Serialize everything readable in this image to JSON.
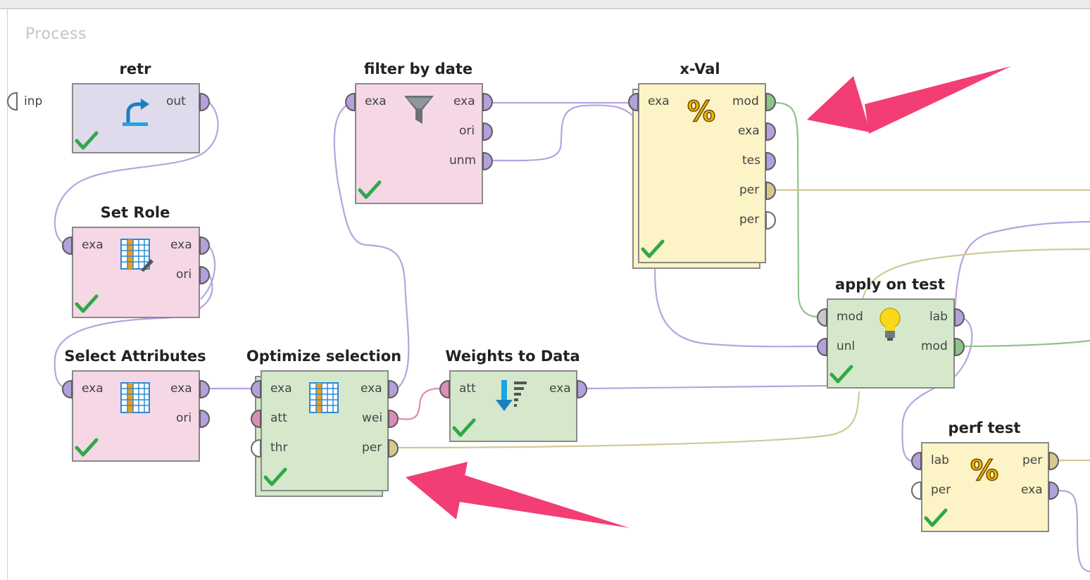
{
  "panel": {
    "title": "Process"
  },
  "canvas_ports": {
    "inp": "inp"
  },
  "operators": {
    "retr": {
      "title": "retr",
      "out": "out"
    },
    "set_role": {
      "title": "Set Role",
      "exa_in": "exa",
      "exa_out": "exa",
      "ori": "ori"
    },
    "select_attributes": {
      "title": "Select Attributes",
      "exa_in": "exa",
      "exa_out": "exa",
      "ori": "ori"
    },
    "filter_by_date": {
      "title": "filter by date",
      "exa_in": "exa",
      "exa_out": "exa",
      "ori": "ori",
      "unm": "unm"
    },
    "optimize_selection": {
      "title": "Optimize selection",
      "exa_in": "exa",
      "att": "att",
      "thr": "thr",
      "exa_out": "exa",
      "wei": "wei",
      "per": "per"
    },
    "weights_to_data": {
      "title": "Weights to Data",
      "att": "att",
      "exa": "exa"
    },
    "x_val": {
      "title": "x-Val",
      "exa": "exa",
      "mod": "mod",
      "exa_out": "exa",
      "tes": "tes",
      "per1": "per",
      "per2": "per"
    },
    "apply_on_test": {
      "title": "apply on test",
      "mod_in": "mod",
      "unl": "unl",
      "lab": "lab",
      "mod_out": "mod"
    },
    "perf_test": {
      "title": "perf test",
      "lab": "lab",
      "per_in": "per",
      "per_out": "per",
      "exa": "exa"
    }
  },
  "colors": {
    "wire_examples": "#b7a3e0",
    "wire_model": "#8fc38b",
    "wire_performance": "#d2c896",
    "wire_weights": "#dc8cb8",
    "annotation_arrow": "#f23e74",
    "check": "#2fa84a"
  },
  "icons": {
    "retr": "retrieve-arrow-icon",
    "set_role": "table-edit-icon",
    "select_attributes": "table-icon",
    "filter_by_date": "funnel-icon",
    "optimize_selection": "table-icon",
    "weights_to_data": "sort-descending-icon",
    "x_val": "percent-icon",
    "apply_on_test": "lightbulb-icon",
    "perf_test": "percent-icon",
    "status": "checkmark-icon"
  }
}
